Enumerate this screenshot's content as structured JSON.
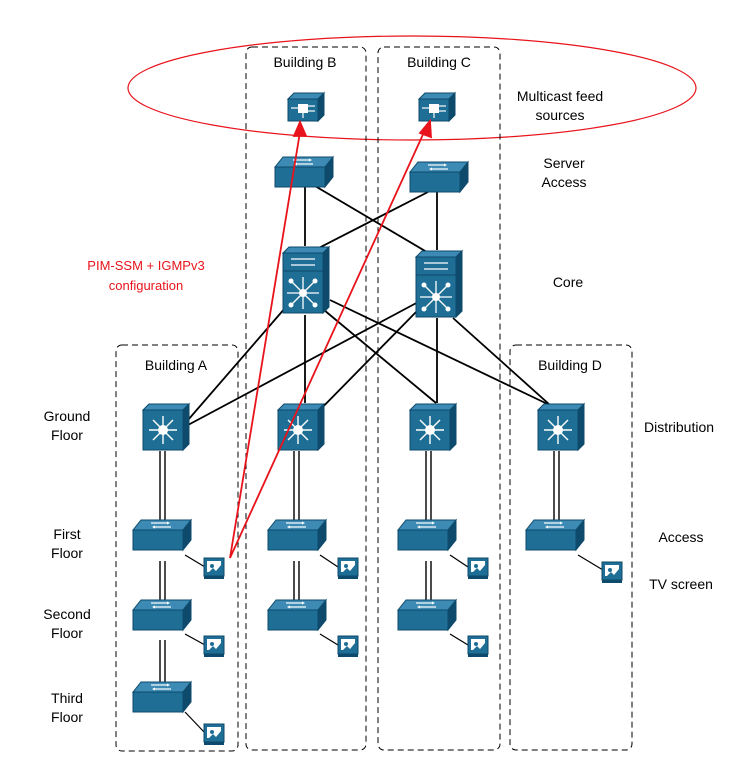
{
  "buildings": {
    "a": "Building A",
    "b": "Building B",
    "c": "Building C",
    "d": "Building D"
  },
  "layers": {
    "sources": [
      "Multicast feed",
      "sources"
    ],
    "server_access": [
      "Server",
      "Access"
    ],
    "core": "Core",
    "distribution": "Distribution",
    "access": "Access",
    "tv": "TV screen"
  },
  "floors": {
    "ground": [
      "Ground",
      "Floor"
    ],
    "first": [
      "First",
      "Floor"
    ],
    "second": [
      "Second",
      "Floor"
    ],
    "third": [
      "Third",
      "Floor"
    ]
  },
  "annotation": [
    "PIM-SSM + IGMPv3",
    "configuration"
  ],
  "colors": {
    "device": "#1f6e96",
    "device_dark": "#0d4a6b",
    "device_top": "#3d8bb4",
    "highlight": "#e8131b",
    "link": "#000000"
  },
  "icons": {
    "source": "multicast-server-icon",
    "server_access_switch": "server-access-switch-icon",
    "core_switch": "core-multilayer-switch-icon",
    "distribution_switch": "distribution-switch-icon",
    "access_switch": "access-switch-icon",
    "tv": "tv-screen-icon"
  }
}
